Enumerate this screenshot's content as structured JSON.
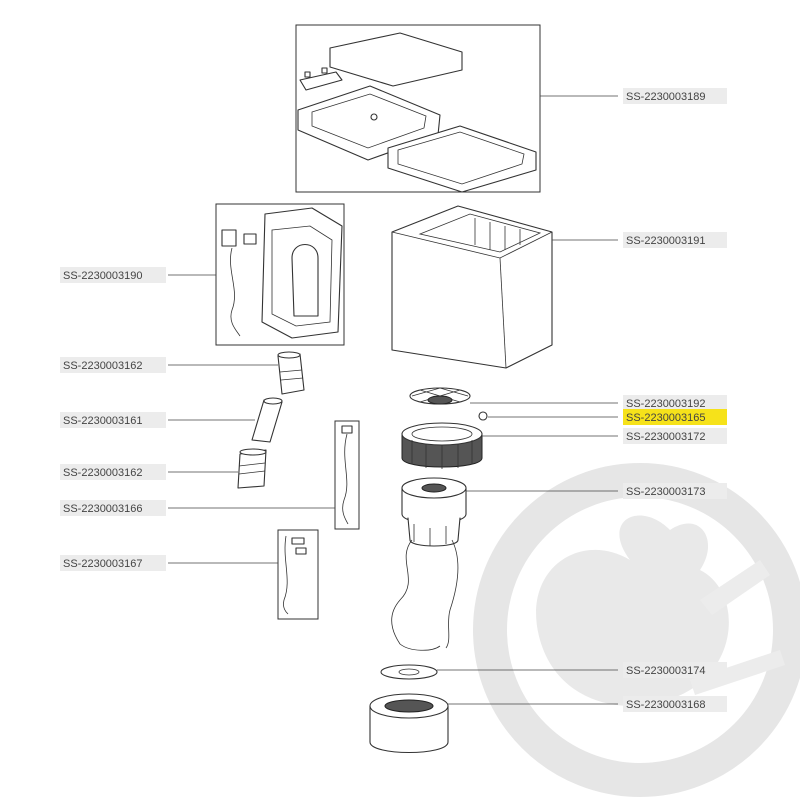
{
  "diagram": {
    "parts": [
      {
        "id": "lid",
        "label": "SS-2230003189",
        "highlight": false
      },
      {
        "id": "bucket",
        "label": "SS-2230003191",
        "highlight": false
      },
      {
        "id": "panel",
        "label": "SS-2230003190",
        "highlight": false
      },
      {
        "id": "hose-top",
        "label": "SS-2230003162",
        "highlight": false
      },
      {
        "id": "hose-tube",
        "label": "SS-2230003161",
        "highlight": false
      },
      {
        "id": "hose-bottom",
        "label": "SS-2230003162",
        "highlight": false
      },
      {
        "id": "cable-single",
        "label": "SS-2230003166",
        "highlight": false
      },
      {
        "id": "cable-kit",
        "label": "SS-2230003167",
        "highlight": false
      },
      {
        "id": "fan",
        "label": "SS-2230003192",
        "highlight": false
      },
      {
        "id": "nut",
        "label": "SS-2230003165",
        "highlight": true
      },
      {
        "id": "filter",
        "label": "SS-2230003172",
        "highlight": false
      },
      {
        "id": "motor",
        "label": "SS-2230003173",
        "highlight": false
      },
      {
        "id": "washer",
        "label": "SS-2230003174",
        "highlight": false
      },
      {
        "id": "foam",
        "label": "SS-2230003168",
        "highlight": false
      }
    ]
  }
}
